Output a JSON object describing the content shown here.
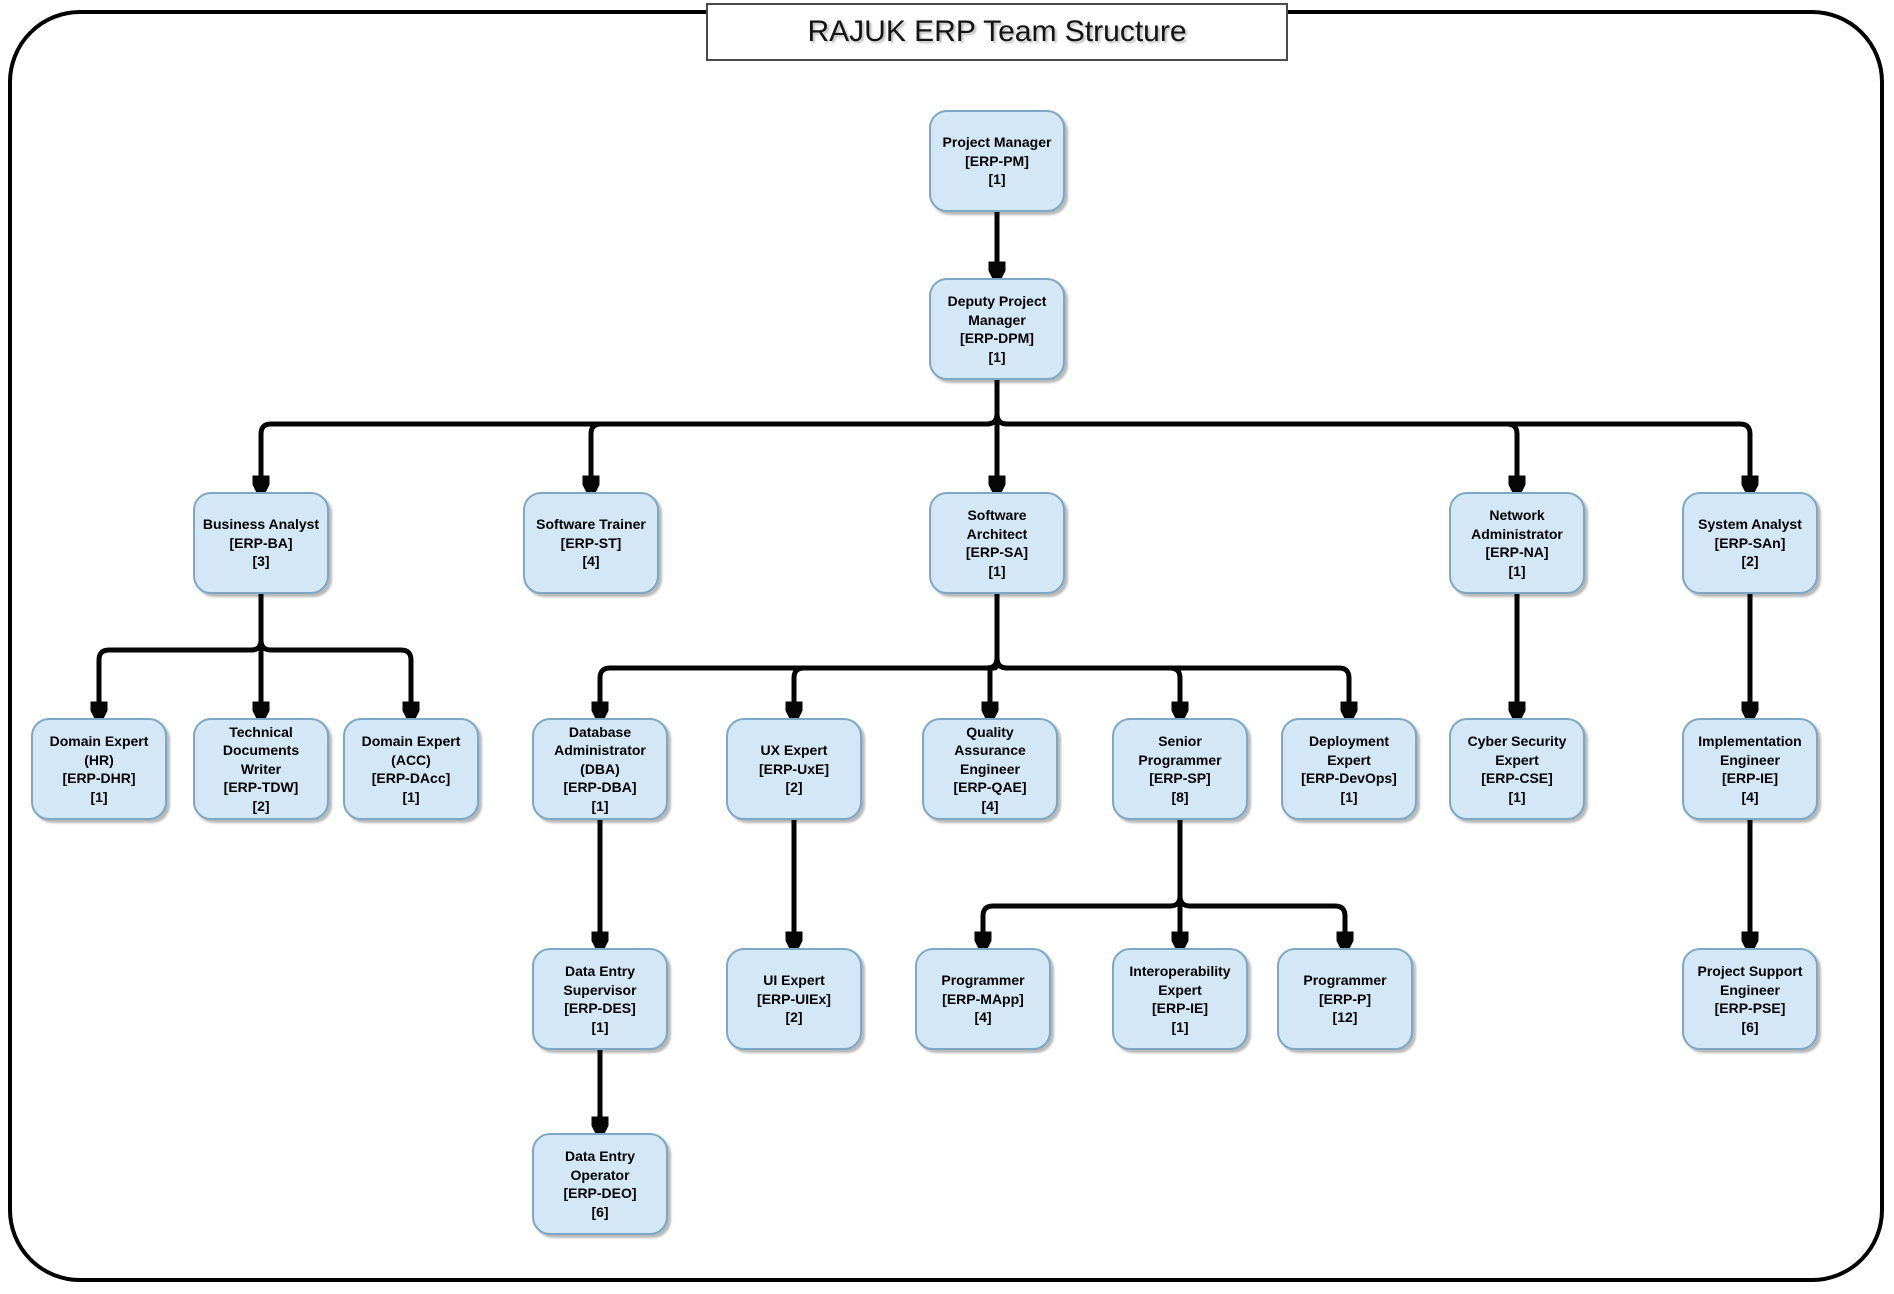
{
  "diagram": {
    "title": "RAJUK ERP Team Structure",
    "colors": {
      "node_fill": "#d3e7f6",
      "node_stroke": "#7da7c4",
      "edge": "#050505",
      "frame": "#000000",
      "background": "#ffffff"
    },
    "nodes": [
      {
        "id": "pm",
        "role": "Project Manager",
        "code": "[ERP-PM]",
        "count": "[1]"
      },
      {
        "id": "dpm",
        "role": "Deputy Project\nManager",
        "code": "[ERP-DPM]",
        "count": "[1]"
      },
      {
        "id": "ba",
        "role": "Business Analyst",
        "code": "[ERP-BA]",
        "count": "[3]"
      },
      {
        "id": "st",
        "role": "Software Trainer",
        "code": "[ERP-ST]",
        "count": "[4]"
      },
      {
        "id": "sa",
        "role": "Software\nArchitect",
        "code": "[ERP-SA]",
        "count": "[1]"
      },
      {
        "id": "na",
        "role": "Network\nAdministrator",
        "code": "[ERP-NA]",
        "count": "[1]"
      },
      {
        "id": "san",
        "role": "System Analyst",
        "code": "[ERP-SAn]",
        "count": "[2]"
      },
      {
        "id": "dhr",
        "role": "Domain Expert\n(HR)",
        "code": "[ERP-DHR]",
        "count": "[1]"
      },
      {
        "id": "tdw",
        "role": "Technical\nDocuments\nWriter",
        "code": "[ERP-TDW]",
        "count": "[2]"
      },
      {
        "id": "dacc",
        "role": "Domain Expert\n(ACC)",
        "code": "[ERP-DAcc]",
        "count": "[1]"
      },
      {
        "id": "dba",
        "role": "Database\nAdministrator\n(DBA)",
        "code": "[ERP-DBA]",
        "count": "[1]"
      },
      {
        "id": "uxe",
        "role": "UX Expert",
        "code": "[ERP-UxE]",
        "count": "[2]"
      },
      {
        "id": "qae",
        "role": "Quality\nAssurance\nEngineer",
        "code": "[ERP-QAE]",
        "count": "[4]"
      },
      {
        "id": "sp",
        "role": "Senior\nProgrammer",
        "code": "[ERP-SP]",
        "count": "[8]"
      },
      {
        "id": "devops",
        "role": "Deployment\nExpert",
        "code": "[ERP-DevOps]",
        "count": "[1]"
      },
      {
        "id": "cse",
        "role": "Cyber Security\nExpert",
        "code": "[ERP-CSE]",
        "count": "[1]"
      },
      {
        "id": "ie",
        "role": "Implementation\nEngineer",
        "code": "[ERP-IE]",
        "count": "[4]"
      },
      {
        "id": "des",
        "role": "Data Entry\nSupervisor",
        "code": "[ERP-DES]",
        "count": "[1]"
      },
      {
        "id": "uie",
        "role": "UI Expert",
        "code": "[ERP-UIEx]",
        "count": "[2]"
      },
      {
        "id": "mapp",
        "role": "Programmer",
        "code": "[ERP-MApp]",
        "count": "[4]"
      },
      {
        "id": "ioe",
        "role": "Interoperability\nExpert",
        "code": "[ERP-IE]",
        "count": "[1]"
      },
      {
        "id": "p",
        "role": "Programmer",
        "code": "[ERP-P]",
        "count": "[12]"
      },
      {
        "id": "pse",
        "role": "Project Support\nEngineer",
        "code": "[ERP-PSE]",
        "count": "[6]"
      },
      {
        "id": "deo",
        "role": "Data Entry\nOperator",
        "code": "[ERP-DEO]",
        "count": "[6]"
      }
    ],
    "edges": [
      {
        "from": "pm",
        "to": "dpm"
      },
      {
        "from": "dpm",
        "to": "ba"
      },
      {
        "from": "dpm",
        "to": "st"
      },
      {
        "from": "dpm",
        "to": "sa"
      },
      {
        "from": "dpm",
        "to": "na"
      },
      {
        "from": "dpm",
        "to": "san"
      },
      {
        "from": "ba",
        "to": "dhr"
      },
      {
        "from": "ba",
        "to": "tdw"
      },
      {
        "from": "ba",
        "to": "dacc"
      },
      {
        "from": "sa",
        "to": "dba"
      },
      {
        "from": "sa",
        "to": "uxe"
      },
      {
        "from": "sa",
        "to": "qae"
      },
      {
        "from": "sa",
        "to": "sp"
      },
      {
        "from": "sa",
        "to": "devops"
      },
      {
        "from": "na",
        "to": "cse"
      },
      {
        "from": "san",
        "to": "ie"
      },
      {
        "from": "dba",
        "to": "des"
      },
      {
        "from": "uxe",
        "to": "uie"
      },
      {
        "from": "sp",
        "to": "mapp"
      },
      {
        "from": "sp",
        "to": "ioe"
      },
      {
        "from": "sp",
        "to": "p"
      },
      {
        "from": "ie",
        "to": "pse"
      },
      {
        "from": "des",
        "to": "deo"
      }
    ]
  }
}
